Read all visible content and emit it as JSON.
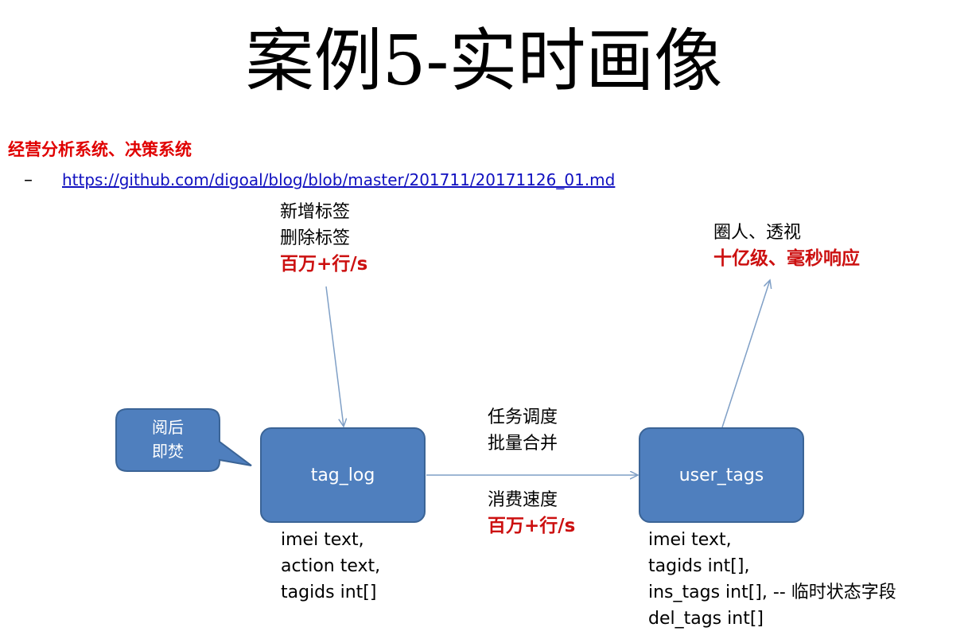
{
  "title": "案例5-实时画像",
  "subtitle": "经营分析系统、决策系统",
  "bullet": "–",
  "link": "https://github.com/digoal/blog/blob/master/201711/20171126_01.md",
  "top_left": {
    "line1": "新增标签",
    "line2": "删除标签",
    "rate": "百万+行/s"
  },
  "top_right": {
    "line1": "圈人、透视",
    "rate": "十亿级、毫秒响应"
  },
  "middle": {
    "line1": "任务调度",
    "line2": "批量合并",
    "line3": "消费速度",
    "rate": "百万+行/s"
  },
  "callout": {
    "line1": "阅后",
    "line2": "即焚"
  },
  "tag_log": {
    "label": "tag_log",
    "fields": [
      "imei text,",
      "action text,",
      "tagids int[]"
    ]
  },
  "user_tags": {
    "label": "user_tags",
    "fields": [
      "imei text,",
      "tagids int[],",
      "ins_tags int[], -- 临时状态字段",
      "del_tags int[]"
    ]
  },
  "colors": {
    "box_fill": "#4f7fbe",
    "box_border": "#3b6496",
    "arrow": "#7f9fc6",
    "highlight": "#cc1010"
  }
}
